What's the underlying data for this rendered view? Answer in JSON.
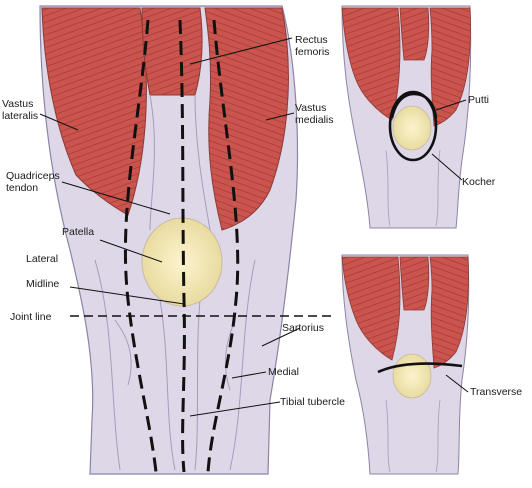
{
  "labels": {
    "rectus_femoris": [
      "Rectus",
      "femoris"
    ],
    "vastus_lateralis": [
      "Vastus",
      "lateralis"
    ],
    "vastus_medialis": [
      "Vastus",
      "medialis"
    ],
    "quadriceps_tendon": [
      "Quadriceps",
      "tendon"
    ],
    "patella": "Patella",
    "lateral": "Lateral",
    "midline": "Midline",
    "joint_line": "Joint line",
    "sartorius": "Sartorius",
    "medial": "Medial",
    "tibial_tubercle": "Tibial tubercle",
    "putti": "Putti",
    "kocher": "Kocher",
    "transverse": "Transverse"
  },
  "colors": {
    "muscle": "#c8524c",
    "muscle_dark": "#a83a36",
    "tendon": "#dcd6e6",
    "tendon_shade": "#b9b1cc",
    "patella": "#f3e9b6",
    "incision": "#111111"
  }
}
